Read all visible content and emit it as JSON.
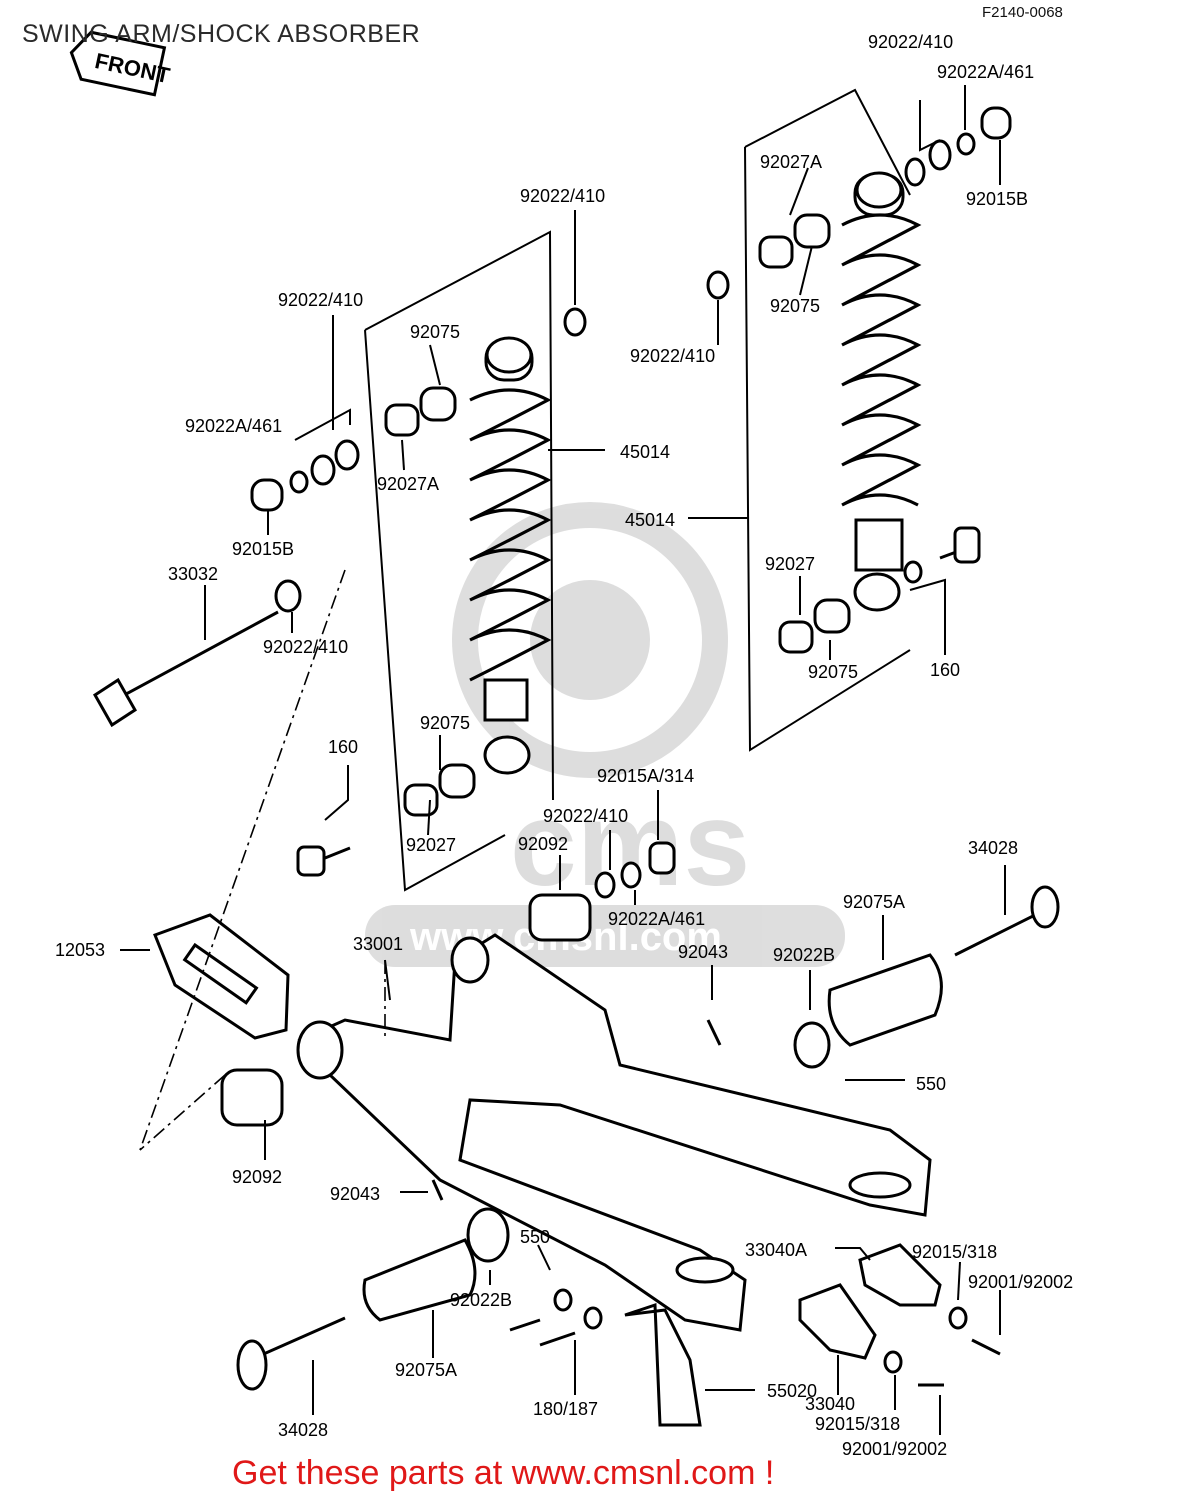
{
  "title": "SWING ARM/SHOCK ABSORBER",
  "diagram_code": "F2140-0068",
  "front_marker": "FRONT",
  "promo": "Get these parts at www.cmsnl.com !",
  "watermark": {
    "brand": "cms",
    "url": "www.cmsnl.com"
  },
  "labels": [
    "92022/410",
    "92022A/461",
    "92015B",
    "92027A",
    "92075",
    "92022/410",
    "92022/410",
    "45014",
    "45014",
    "92022/410",
    "92075",
    "92027A",
    "92022A/461",
    "92015B",
    "33032",
    "92022/410",
    "92027",
    "92075",
    "160",
    "92075",
    "160",
    "92015A/314",
    "92022/410",
    "92092",
    "92027",
    "92022A/461",
    "34028",
    "92075A",
    "12053",
    "33001",
    "92043",
    "92022B",
    "550",
    "92092",
    "92043",
    "550",
    "33040A",
    "92015/318",
    "92001/92002",
    "92022B",
    "92075A",
    "180/187",
    "55020",
    "33040",
    "92015/318",
    "34028",
    "92001/92002"
  ]
}
